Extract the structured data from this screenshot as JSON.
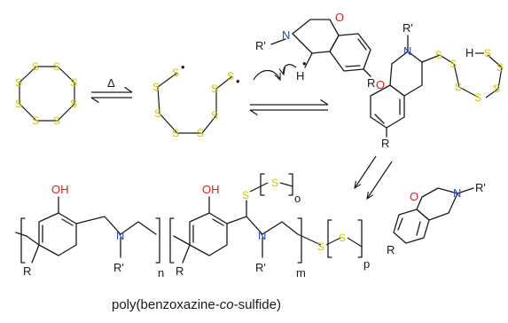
{
  "atoms": {
    "sulfur": "S",
    "oxygen": "O",
    "hydroxyl": "OH",
    "nitrogen": "N",
    "hydrogen": "H",
    "sulfur_h": "H",
    "r_prime": "R'",
    "r": "R"
  },
  "radical_dot": "•",
  "arrow_heat_label": "Δ",
  "subscripts": {
    "n": "n",
    "m": "m",
    "o": "o",
    "p": "p"
  },
  "caption": {
    "prefix": "poly(benzoxazine-",
    "italic": "co",
    "suffix": "-sulfide)"
  },
  "colors": {
    "sulfur": "#c8c800",
    "oxygen": "#e02020",
    "nitrogen": "#2a4ab8",
    "bond": "#1a1a1a"
  }
}
